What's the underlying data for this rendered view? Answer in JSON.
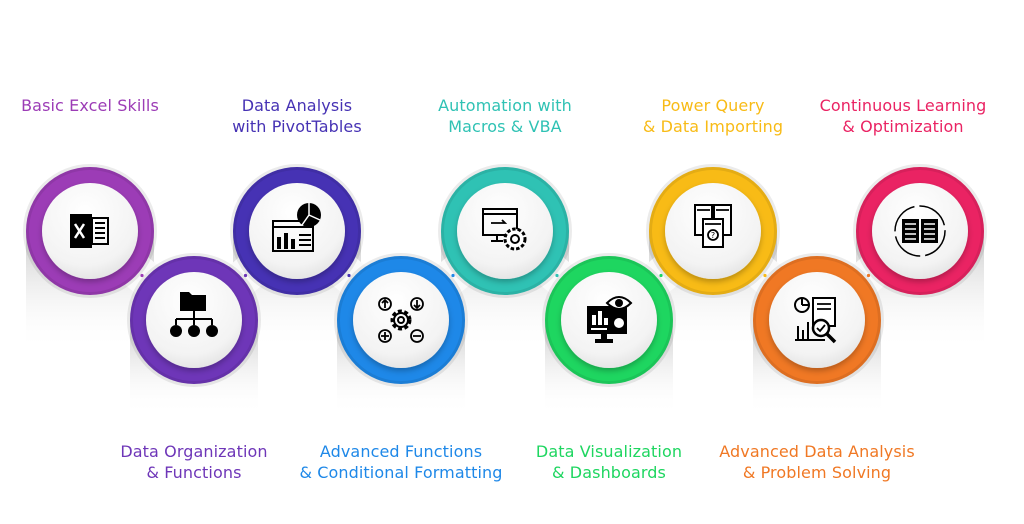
{
  "steps": [
    {
      "title": [
        "Basic Excel Skills"
      ],
      "color": "#9c3cb6",
      "icon": "excel-icon"
    },
    {
      "title": [
        "Data Organization",
        "& Functions"
      ],
      "color": "#6e36b8",
      "icon": "folder-hierarchy-icon"
    },
    {
      "title": [
        "Data Analysis",
        "with PivotTables"
      ],
      "color": "#4632b4",
      "icon": "pivot-dashboard-icon"
    },
    {
      "title": [
        "Advanced Functions",
        "& Conditional Formatting"
      ],
      "color": "#1e88e8",
      "icon": "gear-functions-icon"
    },
    {
      "title": [
        "Automation with",
        "Macros & VBA"
      ],
      "color": "#2fc2b4",
      "icon": "computer-gear-icon"
    },
    {
      "title": [
        "Data Visualization",
        "& Dashboards"
      ],
      "color": "#1ed660",
      "icon": "monitor-eye-icon"
    },
    {
      "title": [
        "Power Query",
        "& Data Importing"
      ],
      "color": "#f8bb16",
      "icon": "query-documents-icon"
    },
    {
      "title": [
        "Advanced Data Analysis",
        "& Problem Solving"
      ],
      "color": "#f07824",
      "icon": "report-magnifier-icon"
    },
    {
      "title": [
        "Continuous Learning",
        "& Optimization"
      ],
      "color": "#ea2363",
      "icon": "book-cycle-icon"
    }
  ]
}
